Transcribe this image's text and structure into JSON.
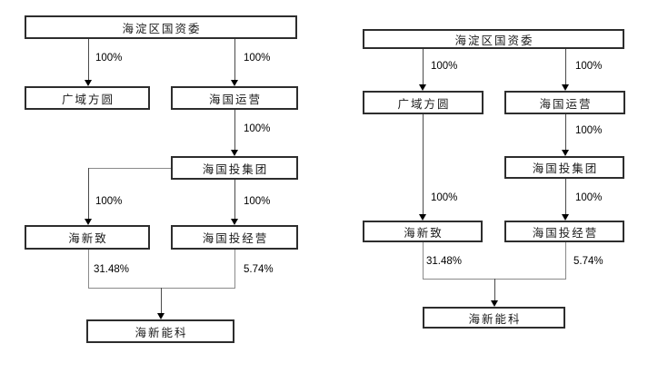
{
  "diagrams": [
    {
      "name": "ownership-structure-before",
      "nodes": {
        "sasac": "海淀区国资委",
        "guangyu": "广域方圆",
        "yunying": "海国运营",
        "group": "海国投集团",
        "haixinzhi": "海新致",
        "jingying": "海国投经营",
        "co": "海新能科"
      },
      "labels": {
        "sasac_to_guangyu": "100%",
        "sasac_to_yunying": "100%",
        "yunying_to_group": "100%",
        "group_to_haixinzhi": "100%",
        "group_to_jingying": "100%",
        "haixinzhi_to_co": "31.48%",
        "jingying_to_co": "5.74%"
      }
    },
    {
      "name": "ownership-structure-after",
      "nodes": {
        "sasac": "海淀区国资委",
        "guangyu": "广域方圆",
        "yunying": "海国运营",
        "group": "海国投集团",
        "haixinzhi": "海新致",
        "jingying": "海国投经营",
        "co": "海新能科"
      },
      "labels": {
        "sasac_to_guangyu": "100%",
        "sasac_to_yunying": "100%",
        "yunying_to_group": "100%",
        "guangyu_to_haixinzhi": "100%",
        "group_to_jingying": "100%",
        "haixinzhi_to_co": "31.48%",
        "jingying_to_co": "5.74%"
      }
    }
  ],
  "colors": {
    "box_border": "#2d2d2d",
    "connector_gray": "#8a8a8a",
    "arrow_stem": "#4a4a4a",
    "arrow_head": "#000000",
    "text": "#1a1a1a"
  }
}
